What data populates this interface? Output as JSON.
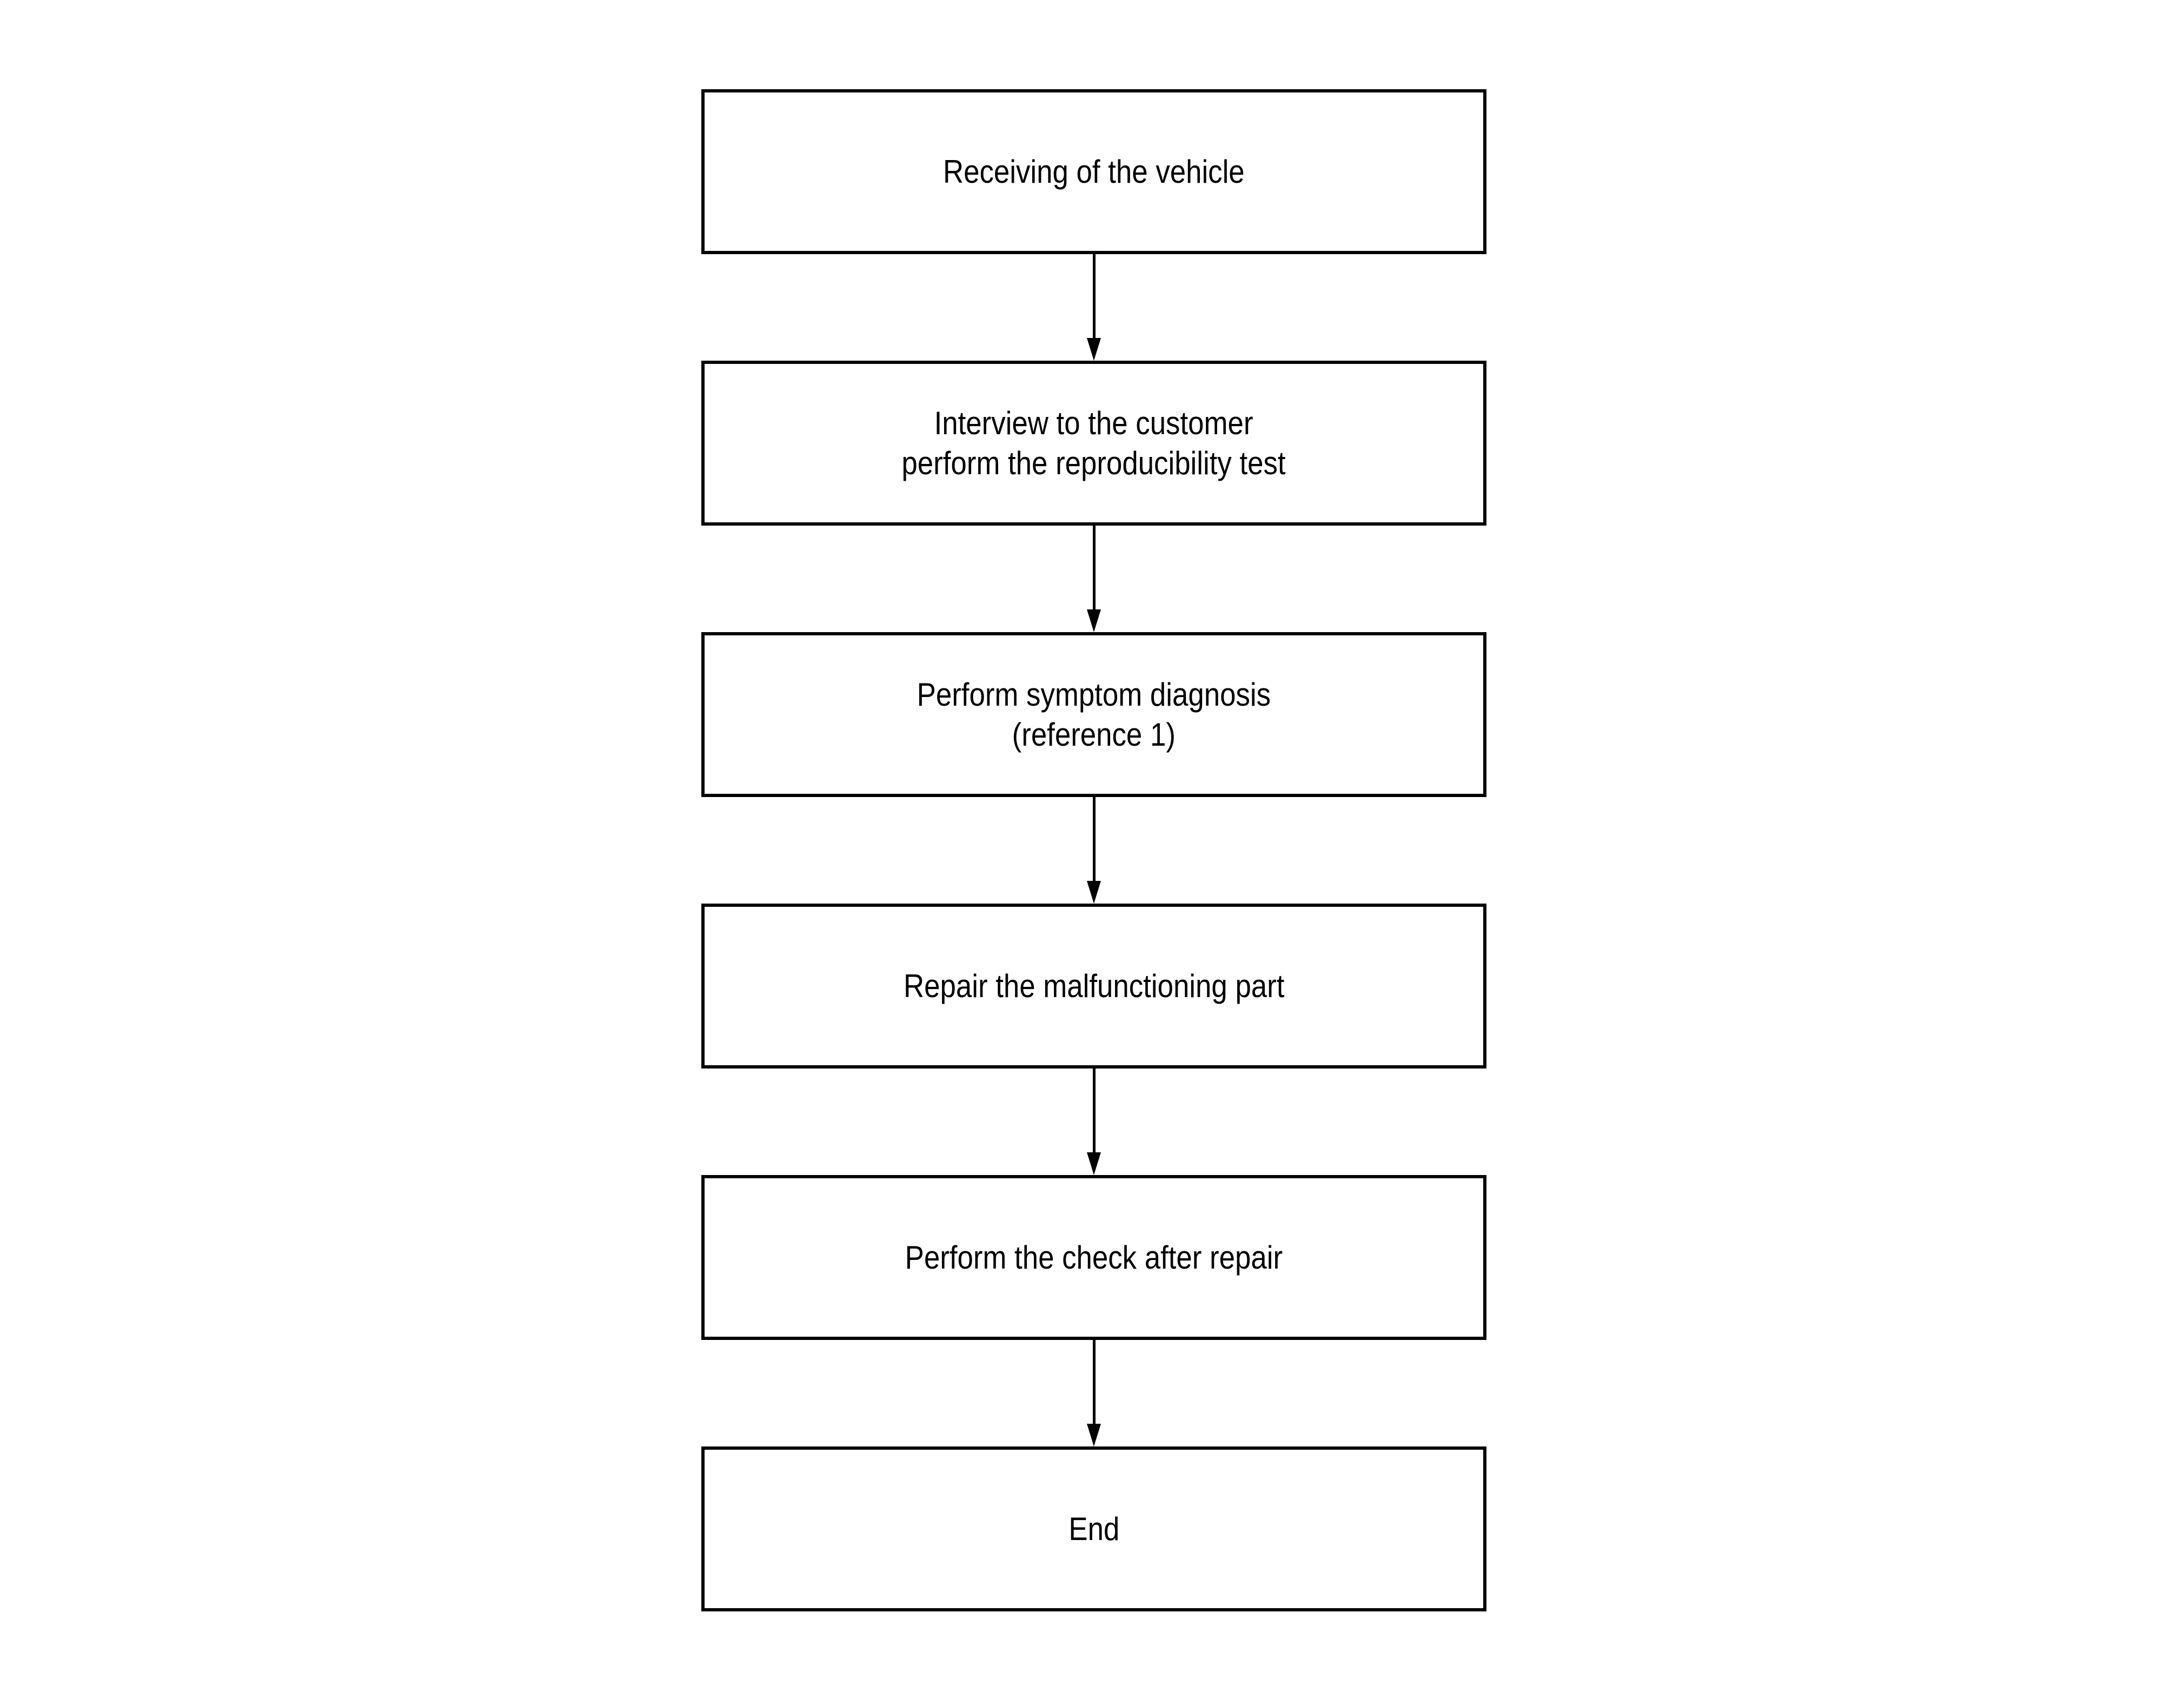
{
  "flowchart": {
    "type": "flowchart",
    "direction": "top-to-bottom",
    "colors": {
      "background": "#ffffff",
      "box_fill": "#ffffff",
      "box_border": "#000000",
      "text": "#000000",
      "arrow": "#000000"
    },
    "nodes": [
      {
        "id": "receiving",
        "lines": [
          "Receiving of the vehicle"
        ]
      },
      {
        "id": "interview",
        "lines": [
          "Interview to the customer",
          "perform the reproducibility test"
        ]
      },
      {
        "id": "symptom-diagnosis",
        "lines": [
          "Perform symptom diagnosis",
          "(reference 1)"
        ]
      },
      {
        "id": "repair",
        "lines": [
          "Repair the malfunctioning part"
        ]
      },
      {
        "id": "check-after-repair",
        "lines": [
          "Perform the check after repair"
        ]
      },
      {
        "id": "end",
        "lines": [
          "End"
        ]
      }
    ],
    "edges": [
      {
        "from": "receiving",
        "to": "interview"
      },
      {
        "from": "interview",
        "to": "symptom-diagnosis"
      },
      {
        "from": "symptom-diagnosis",
        "to": "repair"
      },
      {
        "from": "repair",
        "to": "check-after-repair"
      },
      {
        "from": "check-after-repair",
        "to": "end"
      }
    ]
  }
}
